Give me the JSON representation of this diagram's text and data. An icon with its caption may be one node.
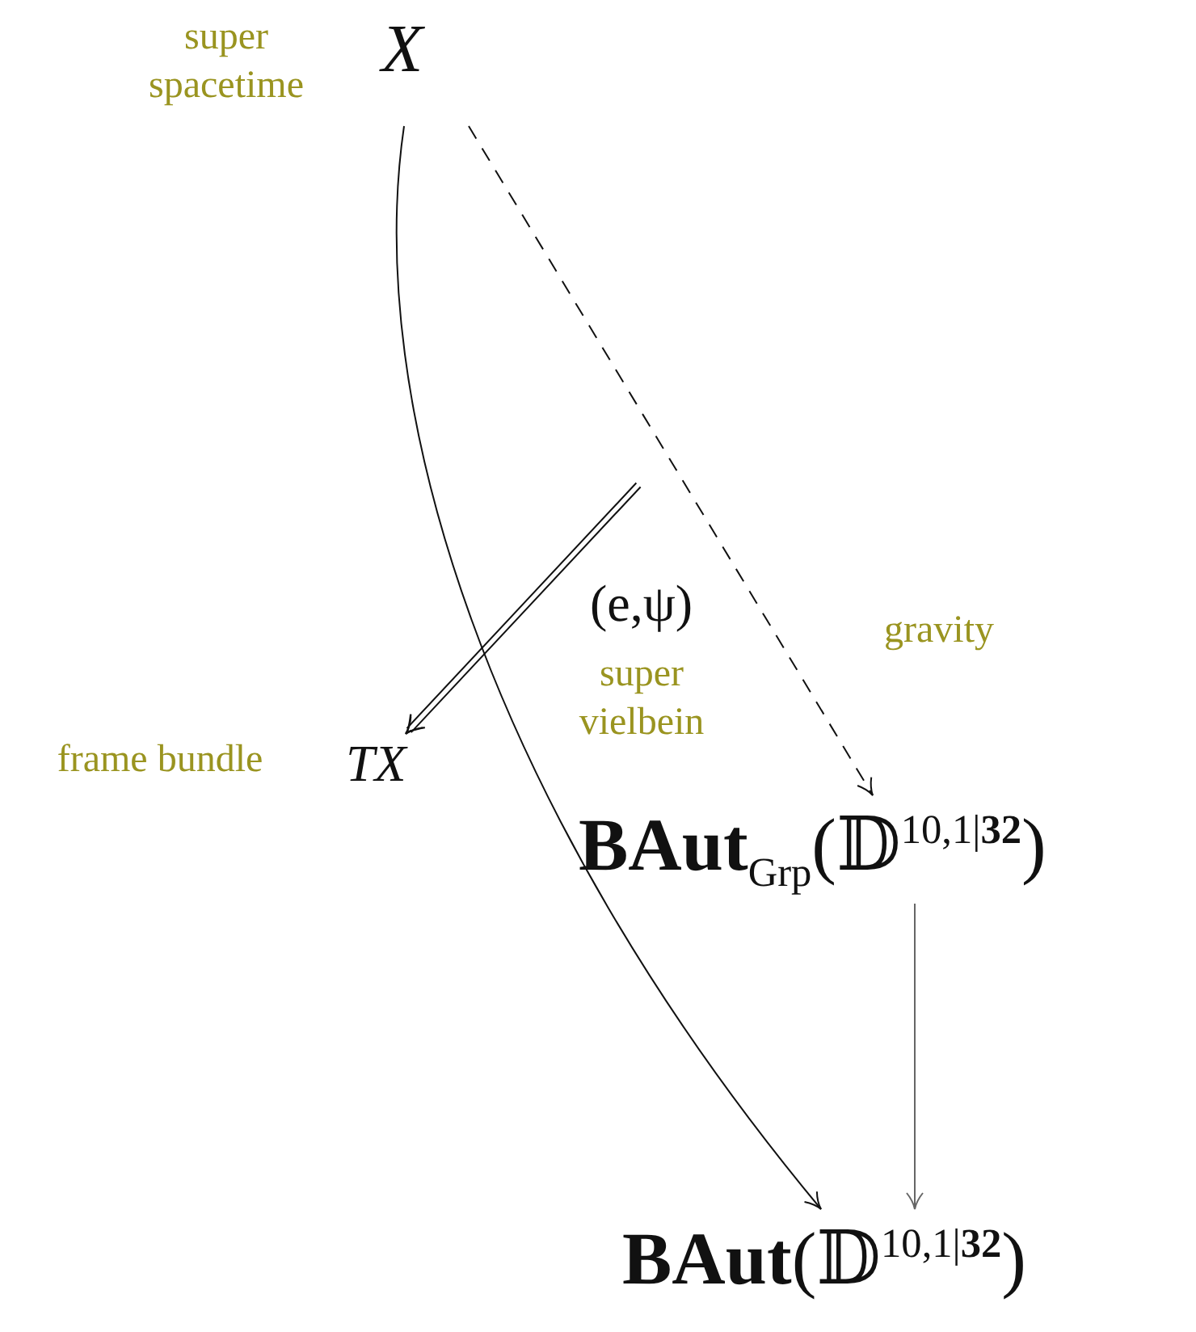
{
  "diagram": {
    "nodes": [
      {
        "text": [
          "X"
        ],
        "beside": [
          "super spacetime"
        ]
      },
      {
        "text": [
          "TX"
        ],
        "beside": [
          "frame bundle"
        ]
      },
      {
        "text": [
          "**BAut**$_{Grp}$(𝔻$^{10,1|}$**$^{32}$**)"
        ]
      },
      {
        "text": [
          "**BAut**(𝔻$^{10,1|}$**$^{32}$**)"
        ]
      }
    ],
    "edges": [
      {
        "from": 0,
        "to": 3,
        "arrow": "to"
      },
      {
        "from": 0,
        "to": 2,
        "arrow": "to",
        "style": "dashed",
        "label": "gravity"
      },
      {
        "from": 2,
        "to": 3,
        "arrow": "to",
        "color": "#666666"
      },
      {
        "from": null,
        "to": 1,
        "arrow": "to",
        "label": "(e,ψ)"
      }
    ],
    "labels": [
      "super vielbein"
    ]
  }
}
